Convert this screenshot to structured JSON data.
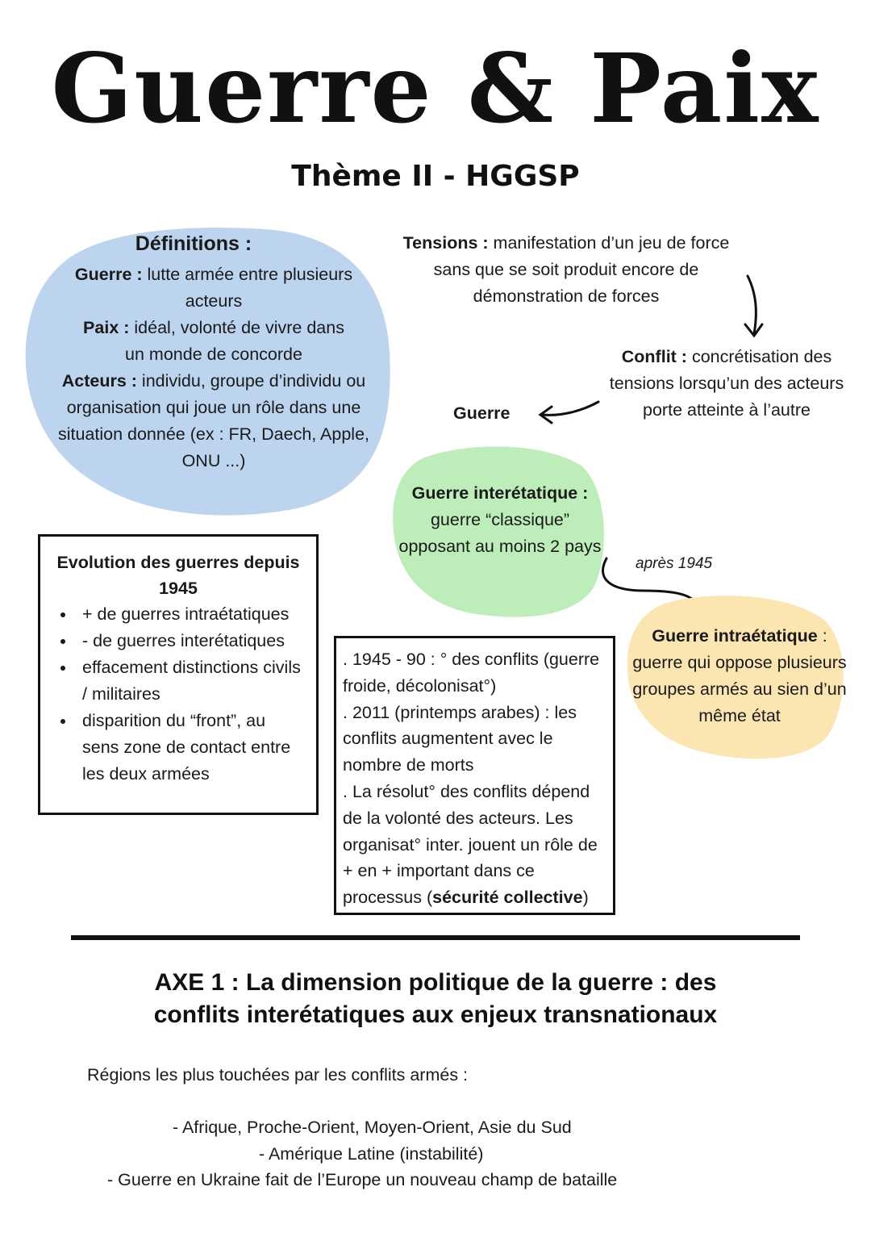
{
  "header": {
    "title": "Guerre & Paix",
    "subtitle": "Thème II - HGGSP"
  },
  "definitions": {
    "heading": "Définitions :",
    "items": [
      {
        "term": "Guerre :",
        "text": " lutte armée entre plusieurs acteurs"
      },
      {
        "term": "Paix :",
        "text": " idéal, volonté de vivre dans un monde de concorde"
      },
      {
        "term": "Acteurs :",
        "text": " individu, groupe d’individu ou organisation qui joue un rôle dans une situation donnée (ex : FR, Daech, Apple, ONU ...)"
      }
    ],
    "colors": {
      "blob": "#bcd4ee"
    }
  },
  "tensions": {
    "term": "Tensions :",
    "text": " manifestation d’un jeu de force sans que se soit produit encore de démonstration de forces"
  },
  "conflit": {
    "term": "Conflit :",
    "text": " concrétisation des tensions lorsqu’un des acteurs porte atteinte à l’autre"
  },
  "guerre_label": "Guerre",
  "interetatique": {
    "term": "Guerre interétatique :",
    "text": "guerre “classique” opposant au moins 2 pays",
    "color": "#bdedb8"
  },
  "apres_label": "après 1945",
  "intraetatique": {
    "term": "Guerre intraétatique",
    "colon": " :",
    "text": "guerre qui oppose plusieurs groupes armés au sien d’un même état",
    "color": "#fbe5b0"
  },
  "evolution": {
    "heading": "Evolution des guerres depuis 1945",
    "items": [
      "+ de guerres intraétatiques",
      "- de guerres interétatiques",
      "effacement distinctions civils / militaires",
      "disparition du “front”, au sens zone de contact entre les deux armées"
    ]
  },
  "chronology": {
    "p1": ". 1945 - 90 :    ° des conflits (guerre froide, décolonisat°)",
    "p2": ". 2011 (printemps arabes) : les conflits augmentent avec le nombre de morts",
    "p3_text": ". La résolut° des conflits dépend de la volonté des acteurs. Les organisat° inter. jouent un rôle de + en + important dans ce processus (",
    "p3_bold": "sécurité collective",
    "p3_end": ")"
  },
  "axe": {
    "line1": "AXE 1 : La dimension politique de la guerre : des",
    "line2": "conflits interétatiques aux enjeux transnationaux"
  },
  "regions": {
    "intro": "Régions les plus touchées par les conflits armés :",
    "items": [
      "- Afrique, Proche-Orient, Moyen-Orient, Asie du Sud",
      "- Amérique Latine (instabilité)",
      "- Guerre en Ukraine fait de l’Europe un nouveau champ de bataille"
    ]
  }
}
